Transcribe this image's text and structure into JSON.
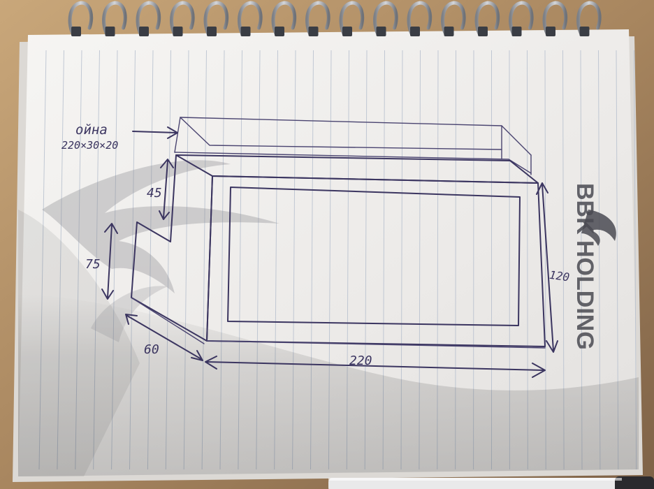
{
  "sketch": {
    "glass_label": "ойна",
    "glass_size": "220×30×20",
    "dim_top_step": "45",
    "dim_lower_step": "75",
    "dim_depth": "60",
    "dim_width": "220",
    "dim_height": "120"
  },
  "watermark": {
    "logo_word_1": "BBK",
    "logo_word_2": "HOLDING"
  },
  "colors": {
    "ink": "#3b3560",
    "paper": "#f4f2f0",
    "desk": "#b08f68",
    "ring_metal": "#9ea1a6"
  }
}
